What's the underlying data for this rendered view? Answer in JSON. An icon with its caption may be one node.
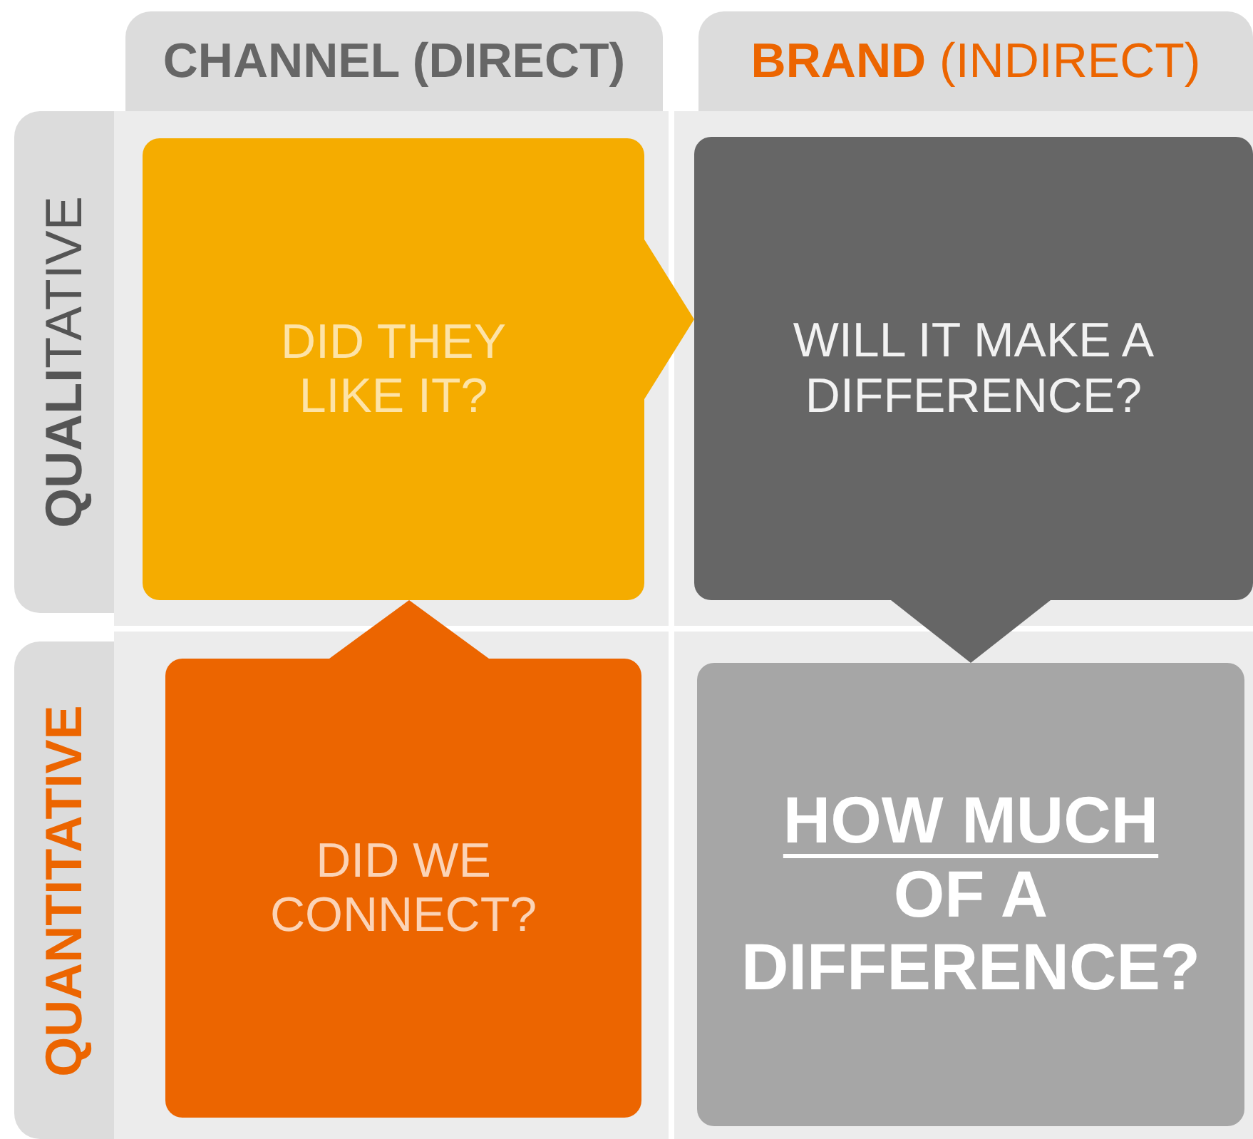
{
  "diagram": {
    "nodes": [
      {
        "text": [
          "CHANNEL (DIRECT)"
        ]
      },
      {
        "text": [
          "**BRAND** (INDIRECT)"
        ]
      },
      {
        "text": [
          "**QUALI**TATIVE"
        ]
      },
      {
        "text": [
          "QUANTITATIVE"
        ]
      },
      {
        "text": [
          "DID THEY LIKE IT?"
        ]
      },
      {
        "text": [
          "WILL IT MAKE A DIFFERENCE?"
        ]
      },
      {
        "text": [
          "DID WE CONNECT?"
        ]
      },
      {
        "text": [
          "HOW MUCH OF A DIFFERENCE?"
        ]
      }
    ],
    "edges": [
      {
        "from": 6,
        "to": 4,
        "arrow": "to"
      },
      {
        "from": 4,
        "to": 5,
        "arrow": "to"
      },
      {
        "from": 5,
        "to": 7,
        "arrow": "to"
      }
    ]
  }
}
